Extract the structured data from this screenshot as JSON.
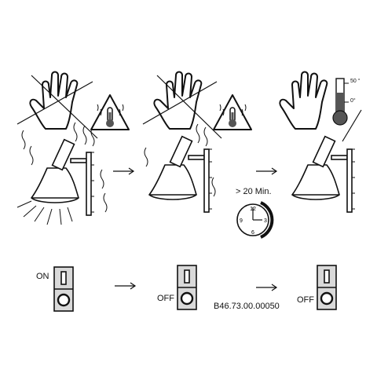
{
  "labels": {
    "duration": "> 20 Min.",
    "on": "ON",
    "off_1": "OFF",
    "off_2": "OFF",
    "code": "B46.73.00.00050",
    "thermo_hot": "50 °",
    "thermo_cold": "0°"
  },
  "clock": {
    "digits": [
      "12",
      "3",
      "6",
      "9"
    ],
    "elapsed_minutes": 20
  },
  "colors": {
    "line": "#111111",
    "switch_fill": "#d9d9d9",
    "thermo_fill": "#555555"
  },
  "icons": [
    "hand-crossed-icon",
    "hot-warning-icon",
    "hot-lamp-icon",
    "arrow-right-icon",
    "cooling-lamp-icon",
    "clock-icon",
    "hand-icon",
    "thermometer-icon",
    "cold-lamp-icon",
    "switch-icon"
  ]
}
